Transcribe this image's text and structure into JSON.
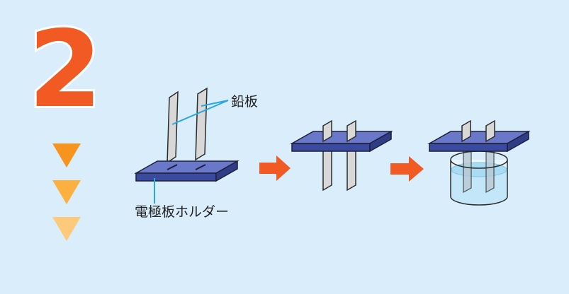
{
  "step": {
    "number": "2",
    "number_fill": "#f15a22",
    "number_stroke": "#ffffff"
  },
  "arrows_down_colors": [
    "#f7941d",
    "#fbb040",
    "#fdc97a"
  ],
  "labels": {
    "lead_plate": "鉛板",
    "holder": "電極板ホルダー"
  },
  "colors": {
    "holder_top": "#6a78c9",
    "holder_side": "#3a4a9e",
    "plate_fill": "#d8d8d8",
    "plate_stroke": "#2b2b2b",
    "leader_line": "#29a8e0",
    "arrow_right": "#f15a22",
    "water": "#bfe6f7"
  }
}
